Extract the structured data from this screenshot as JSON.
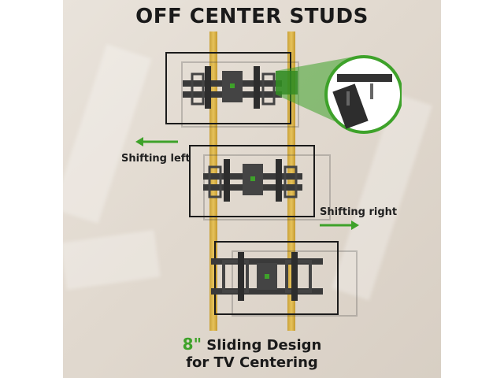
{
  "title": "OFF CENTER STUDS",
  "labels": {
    "shift_left": "Shifting left",
    "shift_right": "Shifting right"
  },
  "caption": {
    "highlight": "8\"",
    "line1_rest": " Sliding Design",
    "line2": "for TV Centering"
  },
  "colors": {
    "accent": "#3ea22a",
    "stud": "#e0bb50",
    "background": "#e3dcd2"
  },
  "icons": [
    "arrow-left-icon",
    "arrow-right-icon",
    "zoom-callout-icon"
  ]
}
